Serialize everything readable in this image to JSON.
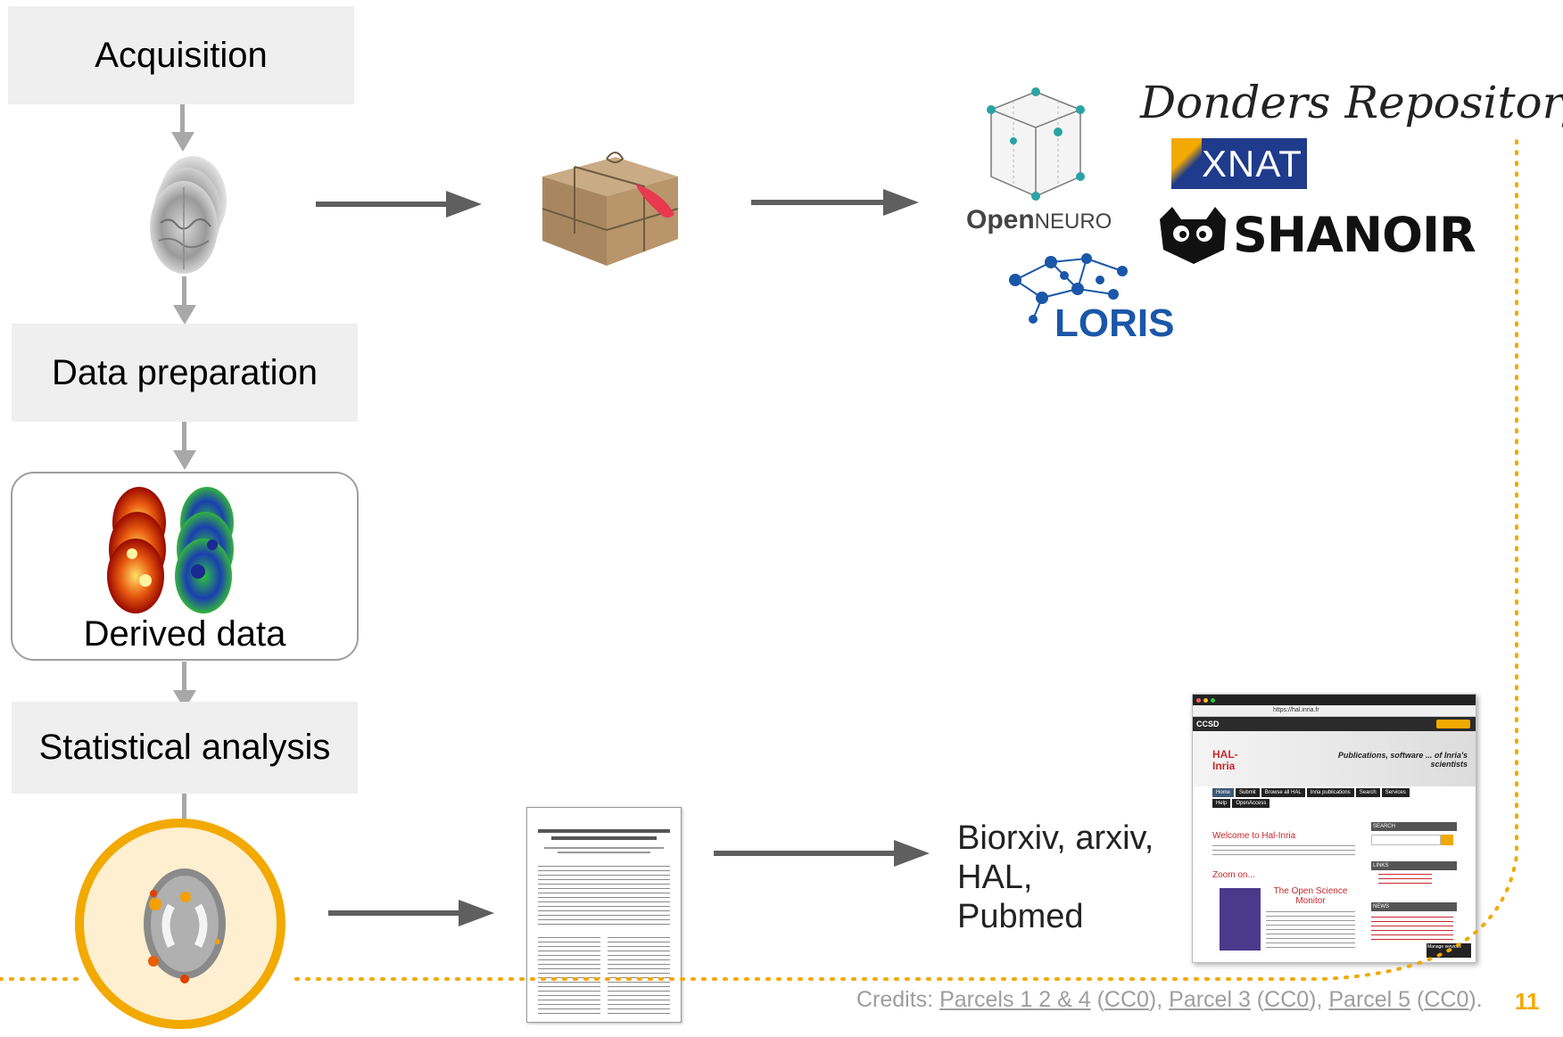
{
  "steps": {
    "acquisition": "Acquisition",
    "data_preparation": "Data preparation",
    "derived_data": "Derived data",
    "statistical_analysis": "Statistical analysis"
  },
  "repositories": {
    "donders": "Donders Repository",
    "xnat": "XNAT",
    "openneuro_open": "Open",
    "openneuro_neuro": "NEURO",
    "shanoir": "SHANOIR",
    "loris": "LORIS"
  },
  "preprints": {
    "line1": "Biorxiv, arxiv,",
    "line2": "HAL,",
    "line3": "Pubmed"
  },
  "hal_screenshot": {
    "url": "https://hal.inria.fr",
    "brand": "CCSD",
    "tagline": "Publications, software ... of Inria's scientists",
    "logo": "HAL-Inria",
    "nav": [
      "Home",
      "Submit",
      "Browse all HAL",
      "Inria publications",
      "Search",
      "Services",
      "Help",
      "OpenAccess"
    ],
    "welcome": "Welcome to Hal-Inria",
    "zoom": "Zoom on...",
    "monitor_title": "The Open Science Monitor",
    "search_header": "SEARCH",
    "links_header": "LINKS",
    "news_header": "NEWS",
    "manage_services": "Manage services"
  },
  "credits": {
    "prefix": "Credits: ",
    "parcels_124": "Parcels 1 2 & 4",
    "parcel_3": "Parcel 3",
    "parcel_5": "Parcel 5",
    "license": "CC0"
  },
  "page_number": "11",
  "colors": {
    "box_bg": "#efefef",
    "arrow_gray": "#5f5f5f",
    "arrow_light": "#a8a8a8",
    "accent_orange": "#f2a900",
    "circle_fill": "#fdefcf",
    "loris_blue": "#1a57a8",
    "xnat_blue": "#1f3b8c"
  }
}
